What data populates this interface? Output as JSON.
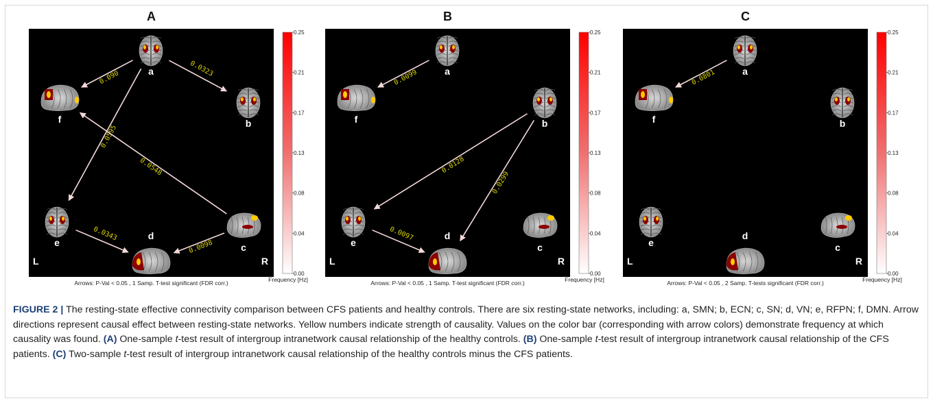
{
  "figure": {
    "panels": [
      {
        "id": "A",
        "footnote": "Arrows: P-Val < 0.05 , 1 Samp. T-test significant (FDR corr.)",
        "edges": [
          {
            "from": "a",
            "to": "f",
            "value": "0.090"
          },
          {
            "from": "a",
            "to": "b",
            "value": "0.0323"
          },
          {
            "from": "a",
            "to": "e",
            "value": "0.0595"
          },
          {
            "from": "c",
            "to": "f",
            "value": "0.0548"
          },
          {
            "from": "e",
            "to": "d",
            "value": "0.0343"
          },
          {
            "from": "c",
            "to": "d",
            "value": "0.0098"
          }
        ]
      },
      {
        "id": "B",
        "footnote": "Arrows: P-Val < 0.05 , 1 Samp. T-test significant (FDR corr.)",
        "edges": [
          {
            "from": "a",
            "to": "f",
            "value": "0.0099"
          },
          {
            "from": "b",
            "to": "e",
            "value": "0.0128"
          },
          {
            "from": "b",
            "to": "d",
            "value": "0.0299"
          },
          {
            "from": "e",
            "to": "d",
            "value": "0.0097"
          }
        ]
      },
      {
        "id": "C",
        "footnote": "Arrows: P-Val < 0.05 , 2 Samp. T-tests significant (FDR corr.)",
        "edges": [
          {
            "from": "a",
            "to": "f",
            "value": "0.0801"
          }
        ]
      }
    ],
    "node_labels": [
      "a",
      "b",
      "c",
      "d",
      "e",
      "f"
    ],
    "side_labels": {
      "left": "L",
      "right": "R"
    },
    "colorbar": {
      "ticks": [
        "0.25",
        "0.21",
        "0.17",
        "0.13",
        "0.08",
        "0.04",
        "0.00"
      ],
      "label": "Frequency [Hz]",
      "color_high": "#ff0000",
      "color_low": "#ffffff"
    },
    "colors": {
      "edge_value_text": "#d8d200",
      "arrow": "#f4d9d9",
      "background": "#000000"
    }
  },
  "caption": {
    "label": "FIGURE 2 |",
    "intro": "The resting-state effective connectivity comparison between CFS patients and healthy controls. There are six resting-state networks, including: a, SMN; b, ECN; c, SN; d, VN; e, RFPN; f, DMN. Arrow directions represent causal effect between resting-state networks. Yellow numbers indicate strength of causality. Values on the color bar (corresponding with arrow colors) demonstrate frequency at which causality was found.",
    "a_label": "(A)",
    "a_pre": "One-sample",
    "a_t": "t",
    "a_text": "-test result of intergroup intranetwork causal relationship of the healthy controls.",
    "b_label": "(B)",
    "b_pre": "One-sample",
    "b_t": "t",
    "b_text": "-test result of intergroup intranetwork causal relationship of the CFS patients.",
    "c_label": "(C)",
    "c_pre": "Two-sample",
    "c_t": "t",
    "c_text": "-test result of intergroup intranetwork causal relationship of the healthy controls minus the CFS patients."
  }
}
